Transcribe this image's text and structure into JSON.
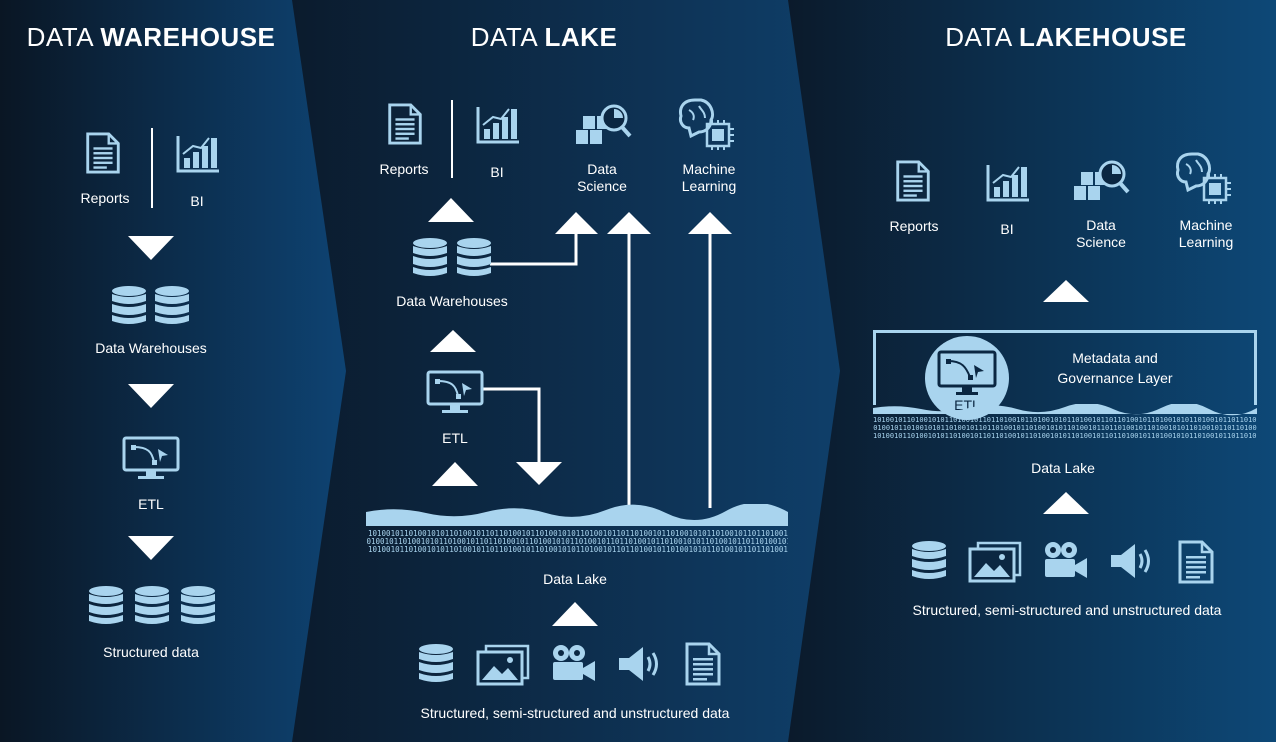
{
  "warehouse": {
    "title_light": "DATA",
    "title_bold": "WAREHOUSE",
    "reports": "Reports",
    "bi": "BI",
    "data_warehouses": "Data Warehouses",
    "etl": "ETL",
    "structured": "Structured data"
  },
  "lake": {
    "title_light": "DATA",
    "title_bold": "LAKE",
    "reports": "Reports",
    "bi": "BI",
    "data_science_1": "Data",
    "data_science_2": "Science",
    "ml_1": "Machine",
    "ml_2": "Learning",
    "data_warehouses": "Data Warehouses",
    "etl": "ETL",
    "data_lake": "Data Lake",
    "sources": "Structured, semi-structured and unstructured data"
  },
  "lakehouse": {
    "title_light": "DATA",
    "title_bold": "LAKEHOUSE",
    "reports": "Reports",
    "bi": "BI",
    "data_science_1": "Data",
    "data_science_2": "Science",
    "ml_1": "Machine",
    "ml_2": "Learning",
    "metadata_1": "Metadata and",
    "metadata_2": "Governance Layer",
    "etl": "ETL",
    "data_lake": "Data Lake",
    "sources": "Structured, semi-structured and unstructured data"
  },
  "binary_text": "1010010110100101011010010110110100101101001010110100101101101001011010010101101001011011010010110100101011010010110",
  "colors": {
    "icon": "#a9d4ee",
    "panel_dark": "#0b1a2c",
    "panel_blue": "#0d4a7c",
    "white": "#ffffff"
  }
}
